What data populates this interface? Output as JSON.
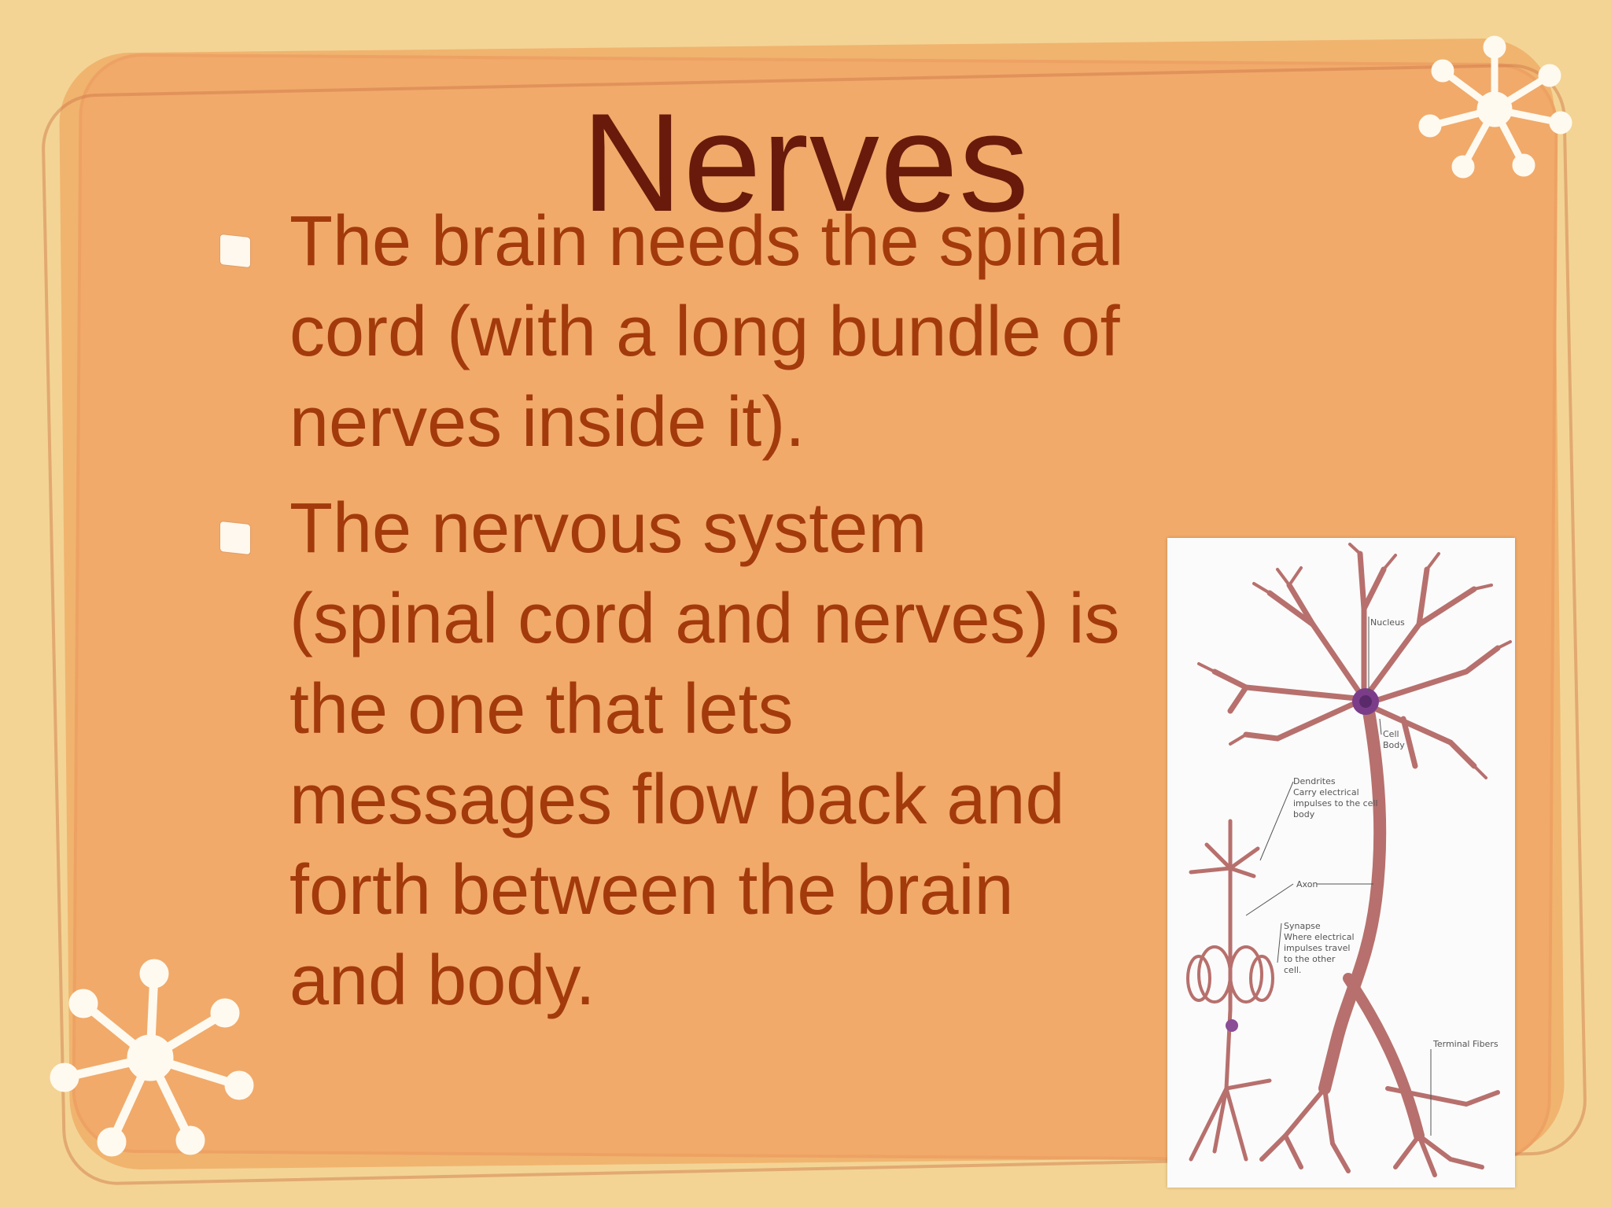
{
  "slide": {
    "title": "Nerves",
    "bullets": [
      "The brain needs the spinal cord  (with a long bundle of nerves inside it).",
      "The nervous system (spinal cord and nerves) is the one that lets messages flow back and forth between the brain and body."
    ]
  },
  "figure": {
    "labels": {
      "nucleus": "Nucleus",
      "cell_body_1": "Cell",
      "cell_body_2": "Body",
      "dendrites_1": "Dendrites",
      "dendrites_2": "Carry electrical",
      "dendrites_3": "impulses to the cell",
      "dendrites_4": "body",
      "axon": "Axon",
      "synapse_1": "Synapse",
      "synapse_2": "Where electrical",
      "synapse_3": "impulses travel",
      "synapse_4": "to the other",
      "synapse_5": "cell.",
      "terminal": "Terminal Fibers"
    }
  },
  "colors": {
    "background": "#f3d494",
    "panel": "#f1aa6a",
    "title": "#6a1a0a",
    "body_text": "#a33a0c",
    "neuron": "#c97b78"
  },
  "icons": [
    "asterisk-star-icon",
    "bullet-square-icon"
  ]
}
